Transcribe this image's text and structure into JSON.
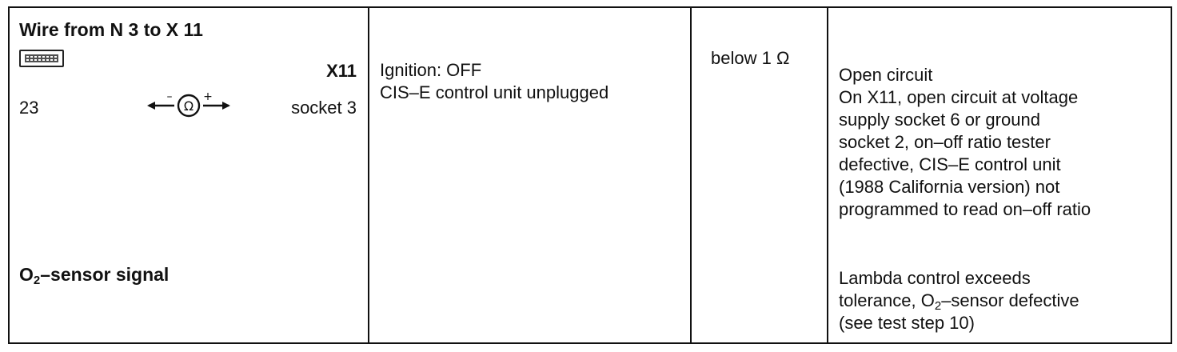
{
  "header": {
    "title": "Wire from N 3 to X 11",
    "connector_label": "X11",
    "pin": "23",
    "socket": "socket 3",
    "meter_icon": "ohmmeter-icon",
    "signal_prefix": "O",
    "signal_sub": "2",
    "signal_suffix": "–sensor signal"
  },
  "condition": {
    "line1": "Ignition: OFF",
    "line2": "CIS–E control unit unplugged"
  },
  "spec": {
    "value": "below 1 Ω"
  },
  "result": {
    "open_lines": [
      "Open circuit",
      "On X11, open circuit at voltage",
      "supply socket 6 or ground",
      "socket 2, on–off ratio tester",
      "defective, CIS–E control unit",
      "(1988 California version) not",
      "programmed to read on–off ratio"
    ],
    "lambda_line1": "Lambda control exceeds",
    "lambda_line2_prefix": "tolerance, O",
    "lambda_line2_sub": "2",
    "lambda_line2_suffix": "–sensor defective",
    "lambda_line3": "(see test step 10)"
  }
}
